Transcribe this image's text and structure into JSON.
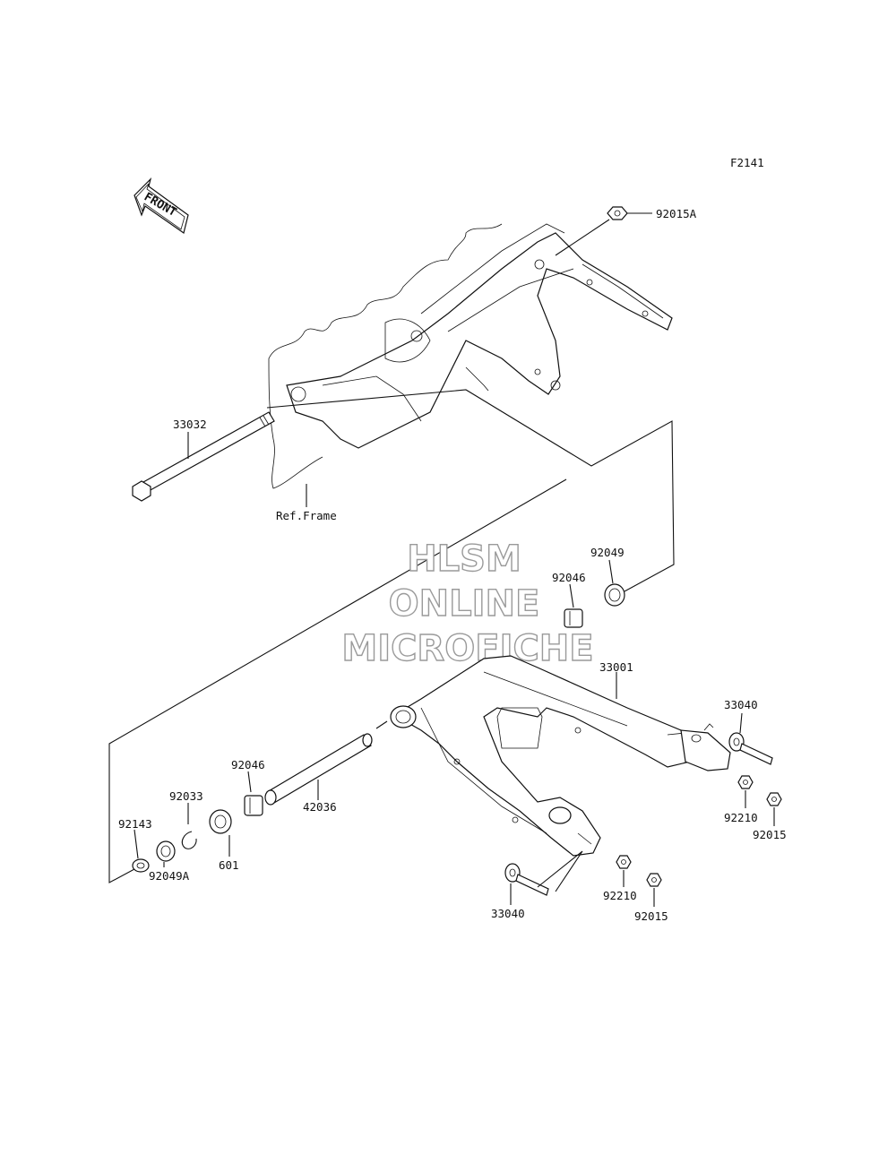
{
  "diagram_code": "F2141",
  "front_arrow": {
    "label": "FRONT",
    "icon": "front-direction-arrow-icon"
  },
  "reference_label": "Ref.Frame",
  "watermark": [
    "HLSM",
    "ONLINE",
    "MICROFICHE"
  ],
  "parts": {
    "p92015A": "92015A",
    "p33032": "33032",
    "p92049_top": "92049",
    "p92046_top": "92046",
    "p33001": "33001",
    "p33040_right": "33040",
    "p92210_right": "92210",
    "p92015_right": "92015",
    "p92046_left": "92046",
    "p92033": "92033",
    "p42036": "42036",
    "p92143": "92143",
    "p601": "601",
    "p92049A": "92049A",
    "p33040_bottom": "33040",
    "p92210_bottom": "92210",
    "p92015_bottom": "92015"
  }
}
